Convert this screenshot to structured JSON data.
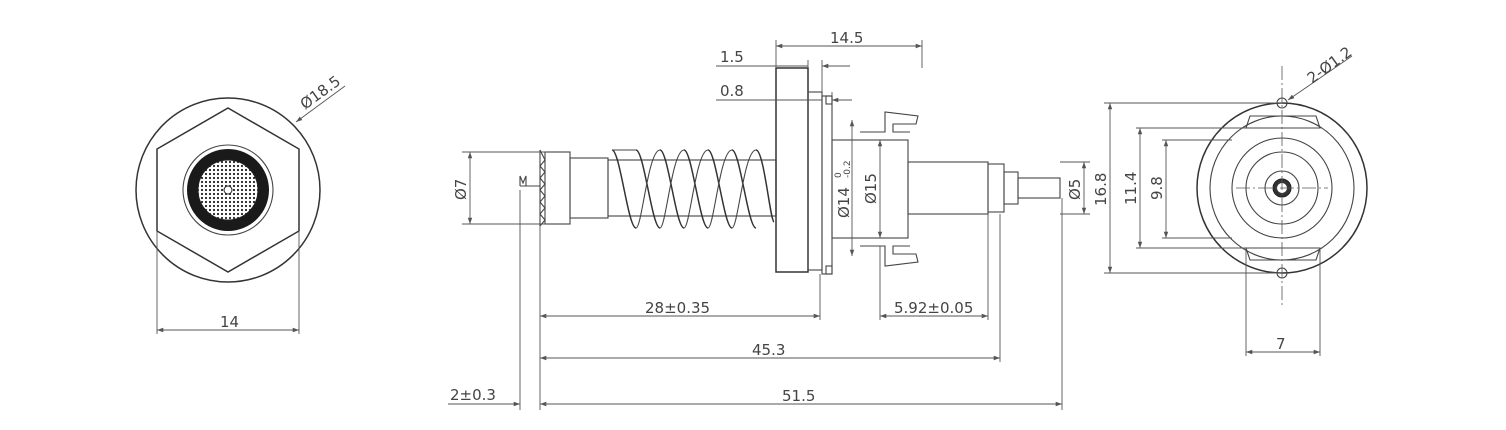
{
  "front_view": {
    "diameter_label": "Ø18.5",
    "width_label": "14"
  },
  "side_view": {
    "dims": {
      "overall_flange": "14.5",
      "flange_thk": "1.5",
      "step": "0.8",
      "d_tip": "Ø7",
      "d_flange_main": "Ø14",
      "d_flange_tol_upper": "0",
      "d_flange_tol_lower": "-0.2",
      "d_collar": "Ø15",
      "d_pin": "Ø5",
      "spring_len": "28±0.35",
      "pin_len": "5.92±0.05",
      "mid_len": "45.3",
      "total_len": "51.5",
      "tip_len": "2±0.3"
    }
  },
  "rear_view": {
    "holes_label": "2-Ø1.2",
    "height_outer": "16.8",
    "height_mid": "11.4",
    "height_inner": "9.8",
    "width_label": "7"
  }
}
